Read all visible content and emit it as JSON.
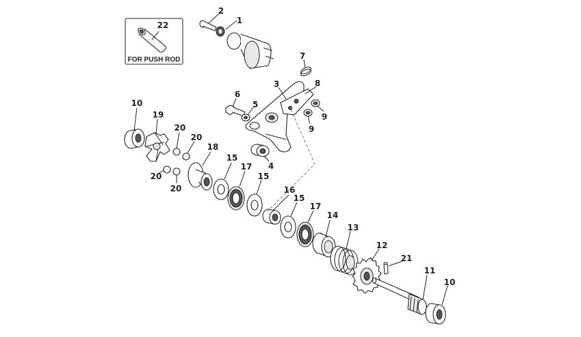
{
  "inset": {
    "caption": "FOR PUSH ROD",
    "part_number": "22"
  },
  "labels": {
    "p1": "1",
    "p2": "2",
    "p3": "3",
    "p4": "4",
    "p5": "5",
    "p6": "6",
    "p7": "7",
    "p8": "8",
    "p9a": "9",
    "p9b": "9",
    "p10a": "10",
    "p10b": "10",
    "p11": "11",
    "p12": "12",
    "p13": "13",
    "p14": "14",
    "p15a": "15",
    "p15b": "15",
    "p15c": "15",
    "p16": "16",
    "p17a": "17",
    "p17b": "17",
    "p18": "18",
    "p19": "19",
    "p20a": "20",
    "p20b": "20",
    "p20c": "20",
    "p20d": "20",
    "p21": "21"
  }
}
